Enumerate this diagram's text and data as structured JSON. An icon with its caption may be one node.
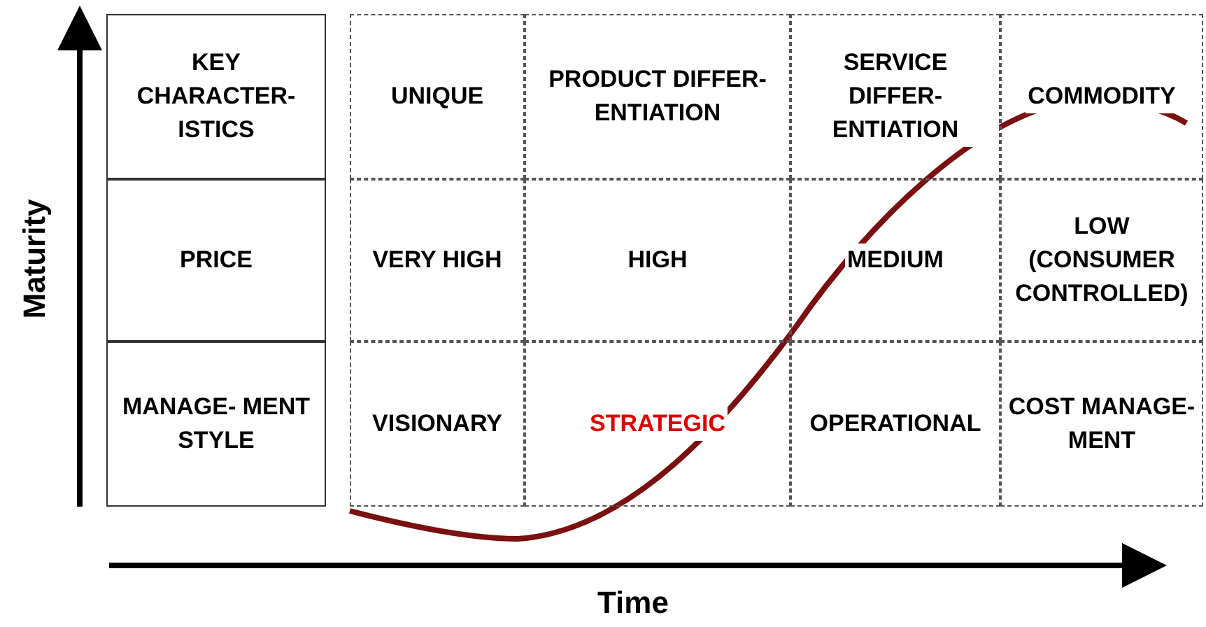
{
  "diagram": {
    "labels": [
      "Maturity",
      "KEY CHARACTER- ISTICS",
      "UNIQUE",
      "PRODUCT DIFFER- ENTIATION",
      "SERVICE DIFFER- ENTIATION",
      "COMMODITY",
      "PRICE",
      "VERY HIGH",
      "HIGH",
      "MEDIUM",
      "LOW (CONSUMER CONTROLLED)",
      "MANAGE- MENT STYLE",
      "VISIONARY",
      "STRATEGIC",
      "OPERATIONAL",
      "COST MANAGE- MENT",
      "Time"
    ]
  }
}
